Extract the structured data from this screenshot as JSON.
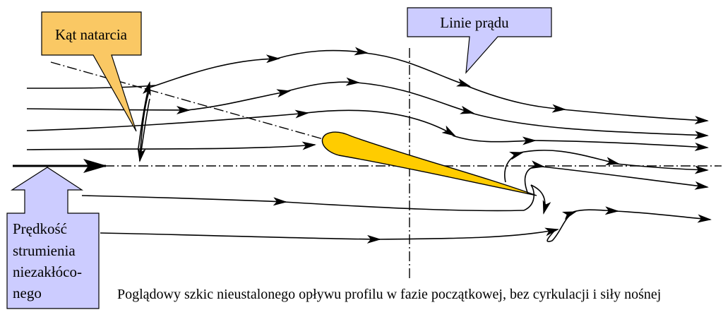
{
  "callouts": {
    "angle_of_attack": "Kąt natarcia",
    "streamlines": "Linie prądu",
    "freestream_velocity_lines": [
      "Prędkość",
      "strumienia",
      "niezakłóco-",
      "nego"
    ]
  },
  "caption": "Poglądowy szkic nieustalonego opływu profilu w fazie początkowej, bez cyrkulacji i siły nośnej",
  "colors": {
    "angle_callout_fill": "#fac864",
    "streamline_callout_fill": "#ccccff",
    "airfoil_fill": "#ffcc00",
    "stroke": "#000000"
  }
}
